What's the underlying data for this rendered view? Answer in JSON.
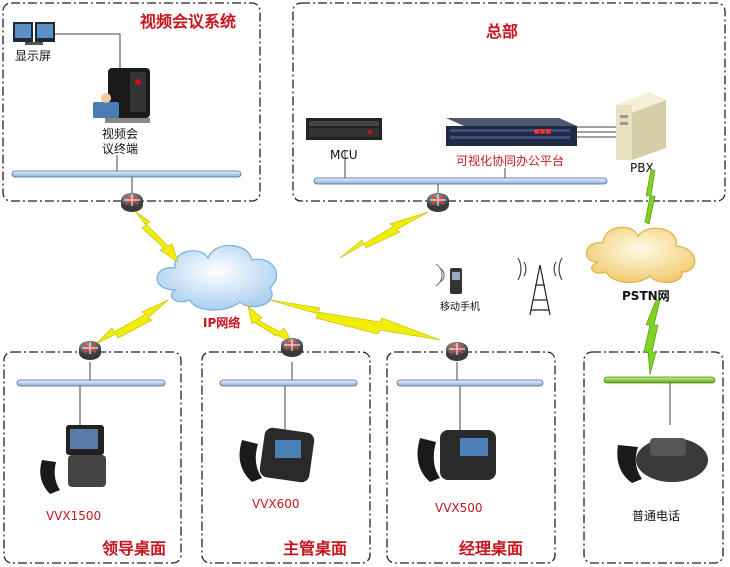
{
  "zones": {
    "video_conf": "视频会议系统",
    "hq": "总部",
    "leader": "领导桌面",
    "supervisor": "主管桌面",
    "manager": "经理桌面"
  },
  "devices": {
    "display": "显示屏",
    "vc_terminal_line1": "视频会",
    "vc_terminal_line2": "议终端",
    "mcu": "MCU",
    "platform": "可视化协同办公平台",
    "pbx": "PBX",
    "mobile": "移动手机",
    "phone_a": "VVX1500",
    "phone_b": "VVX600",
    "phone_c": "VVX500",
    "landline": "普通电话"
  },
  "networks": {
    "ip": "IP网络",
    "pstn": "PSTN网"
  },
  "colors": {
    "accent_red": "#c8141e",
    "bus_fill": "#c9dcf0",
    "pstn_green": "#8bd241",
    "lightning": "#f2ee00",
    "cloud_blue": "#a9cff0",
    "cloud_gold": "#f3d37a"
  }
}
